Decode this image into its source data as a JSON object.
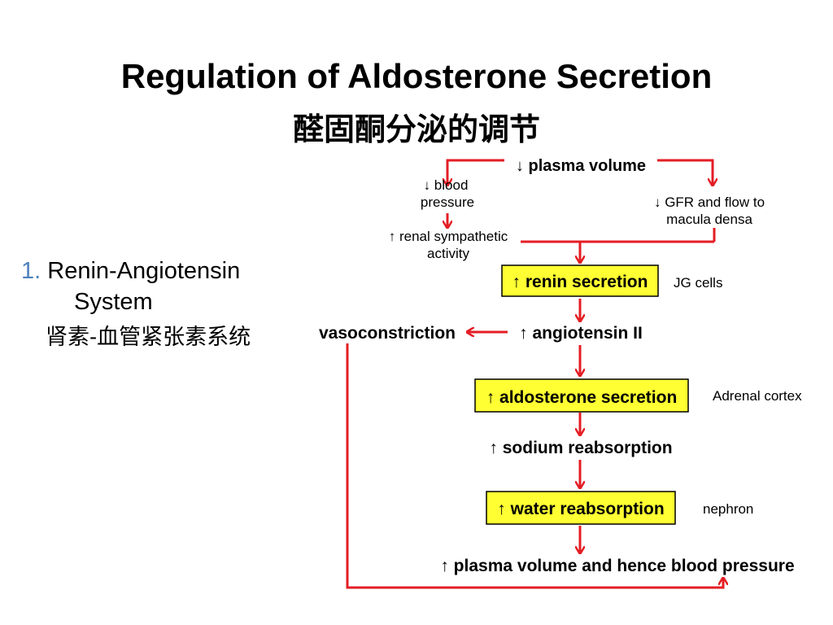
{
  "slide": {
    "title": "Regulation of Aldosterone Secretion",
    "subtitle": "醛固酮分泌的调节"
  },
  "bullet": {
    "number": "1.",
    "line1": "Renin-Angiotensin",
    "line2": "System",
    "chinese": "肾素-血管紧张素系统"
  },
  "diagram": {
    "plasma_volume": "↓ plasma volume",
    "blood_pressure_1": "↓ blood",
    "blood_pressure_2": "pressure",
    "gfr_1": "↓ GFR and flow to",
    "gfr_2": "macula densa",
    "renal_symp_1": "↑ renal sympathetic",
    "renal_symp_2": "activity",
    "renin": "↑ renin secretion",
    "jg_cells": "JG cells",
    "vasoconstriction": "vasoconstriction",
    "angiotensin": "↑ angiotensin II",
    "aldosterone": "↑ aldosterone secretion",
    "adrenal_cortex": "Adrenal cortex",
    "sodium": "↑ sodium reabsorption",
    "water": "↑ water reabsorption",
    "nephron": "nephron",
    "final": "↑ plasma volume and hence blood pressure"
  },
  "colors": {
    "arrow": "#e31e24",
    "highlight": "#ffff33",
    "accent": "#4f81bd"
  }
}
